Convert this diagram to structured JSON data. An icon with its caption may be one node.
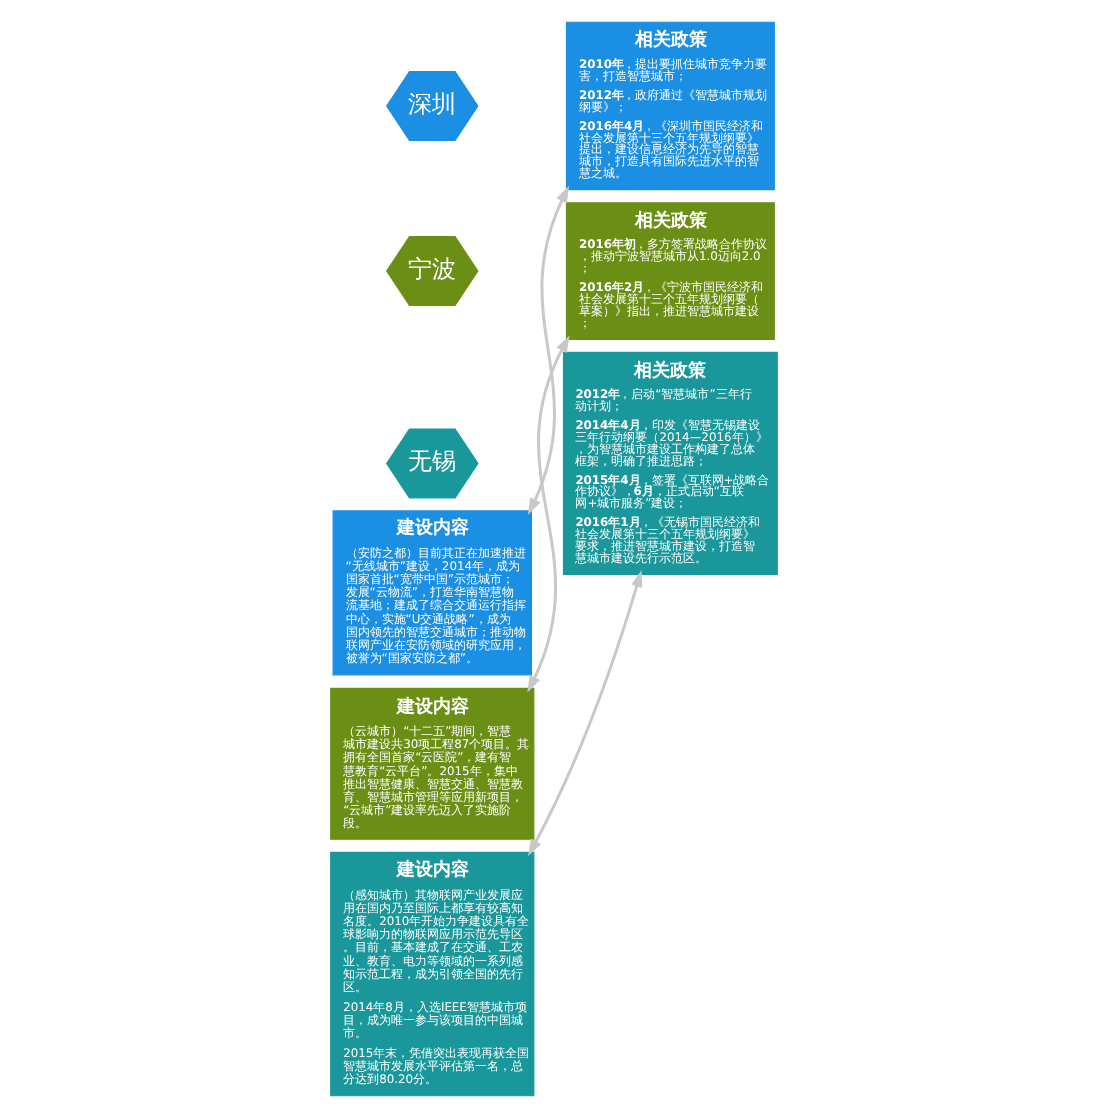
{
  "diagram": {
    "nodes": [
      {
        "text": [
          "深圳"
        ]
      },
      {
        "text": [
          "相关政策",
          "**2010年**，提出要抓住城市竞争力要害，打造智慧城市；",
          "**2012年**，政府通过《智慧城市规划纲要》；",
          "**2016年4月**，《深圳市国民经济和社会发展第十三个五年规划纲要》提出，建设信息经济为先导的智慧城市，打造具有国际先进水平的智慧之城。"
        ]
      },
      {
        "text": [
          "建设内容",
          "（安防之都）目前其正在加速推进“无线城市”建设，2014年，成为国家首批“宽带中国”示范城市；发展“云物流”，打造华南智慧物流基地；建成了综合交通运行指挥中心，实施“U交通战略”，成为国内领先的智慧交通城市；推动物联网产业在安防领域的研究应用，被誉为“国家安防之都”。"
        ]
      },
      {
        "text": [
          "宁波"
        ]
      },
      {
        "text": [
          "相关政策",
          "**2016年初**，多方签署战略合作协议，推动宁波智慧城市从1.0迈向2.0；",
          "**2016年2月**，《宁波市国民经济和社会发展第十三个五年规划纲要（草案）》指出，推进智慧城市建设；"
        ]
      },
      {
        "text": [
          "建设内容",
          "（云城市）“十二五”期间，智慧城市建设共30项工程87个项目。其拥有全国首家“云医院”，建有智慧教育“云平台”。2015年，集中推出智慧健康、智慧交通、智慧教育、智慧城市管理等应用新项目，“云城市”建设率先迈入了实施阶段。"
        ]
      },
      {
        "text": [
          "无锡"
        ]
      },
      {
        "text": [
          "相关政策",
          "**2012年**，启动“智慧城市”三年行动计划；",
          "**2014年4月**，印发《智慧无锡建设三年行动纲要（2014—2016年）》，为智慧城市建设工作构建了总体框架，明确了推进思路；",
          "**2015年4月**，签署《互联网+战略合作协议》，**6月**，正式启动“互联网+城市服务”建设；",
          "**2016年1月**，《无锡市国民经济和社会发展第十三个五年规划纲要》要求，推进智慧城市建设，打造智慧城市建设先行示范区。"
        ]
      },
      {
        "text": [
          "建设内容",
          "（感知城市）其物联网产业发展应用在国内乃至国际上都享有较高知名度。2010年开始力争建设具有全球影响力的物联网应用示范先导区。目前，基本建成了在交通、工农业、教育、电力等领域的一系列感知示范工程，成为引领全国的先行区。",
          "2014年8月，入选IEEE智慧城市项目，成为唯一参与该项目的中国城市。",
          "2015年末，凭借突出表现再获全国智慧城市发展水平评估第一名，总分达到80.20分。"
        ]
      }
    ],
    "edges": [
      {
        "from": 2,
        "to": 1,
        "arrow": "both"
      },
      {
        "from": 5,
        "to": 4,
        "arrow": "both"
      },
      {
        "from": 8,
        "to": 7,
        "arrow": "both"
      }
    ]
  }
}
